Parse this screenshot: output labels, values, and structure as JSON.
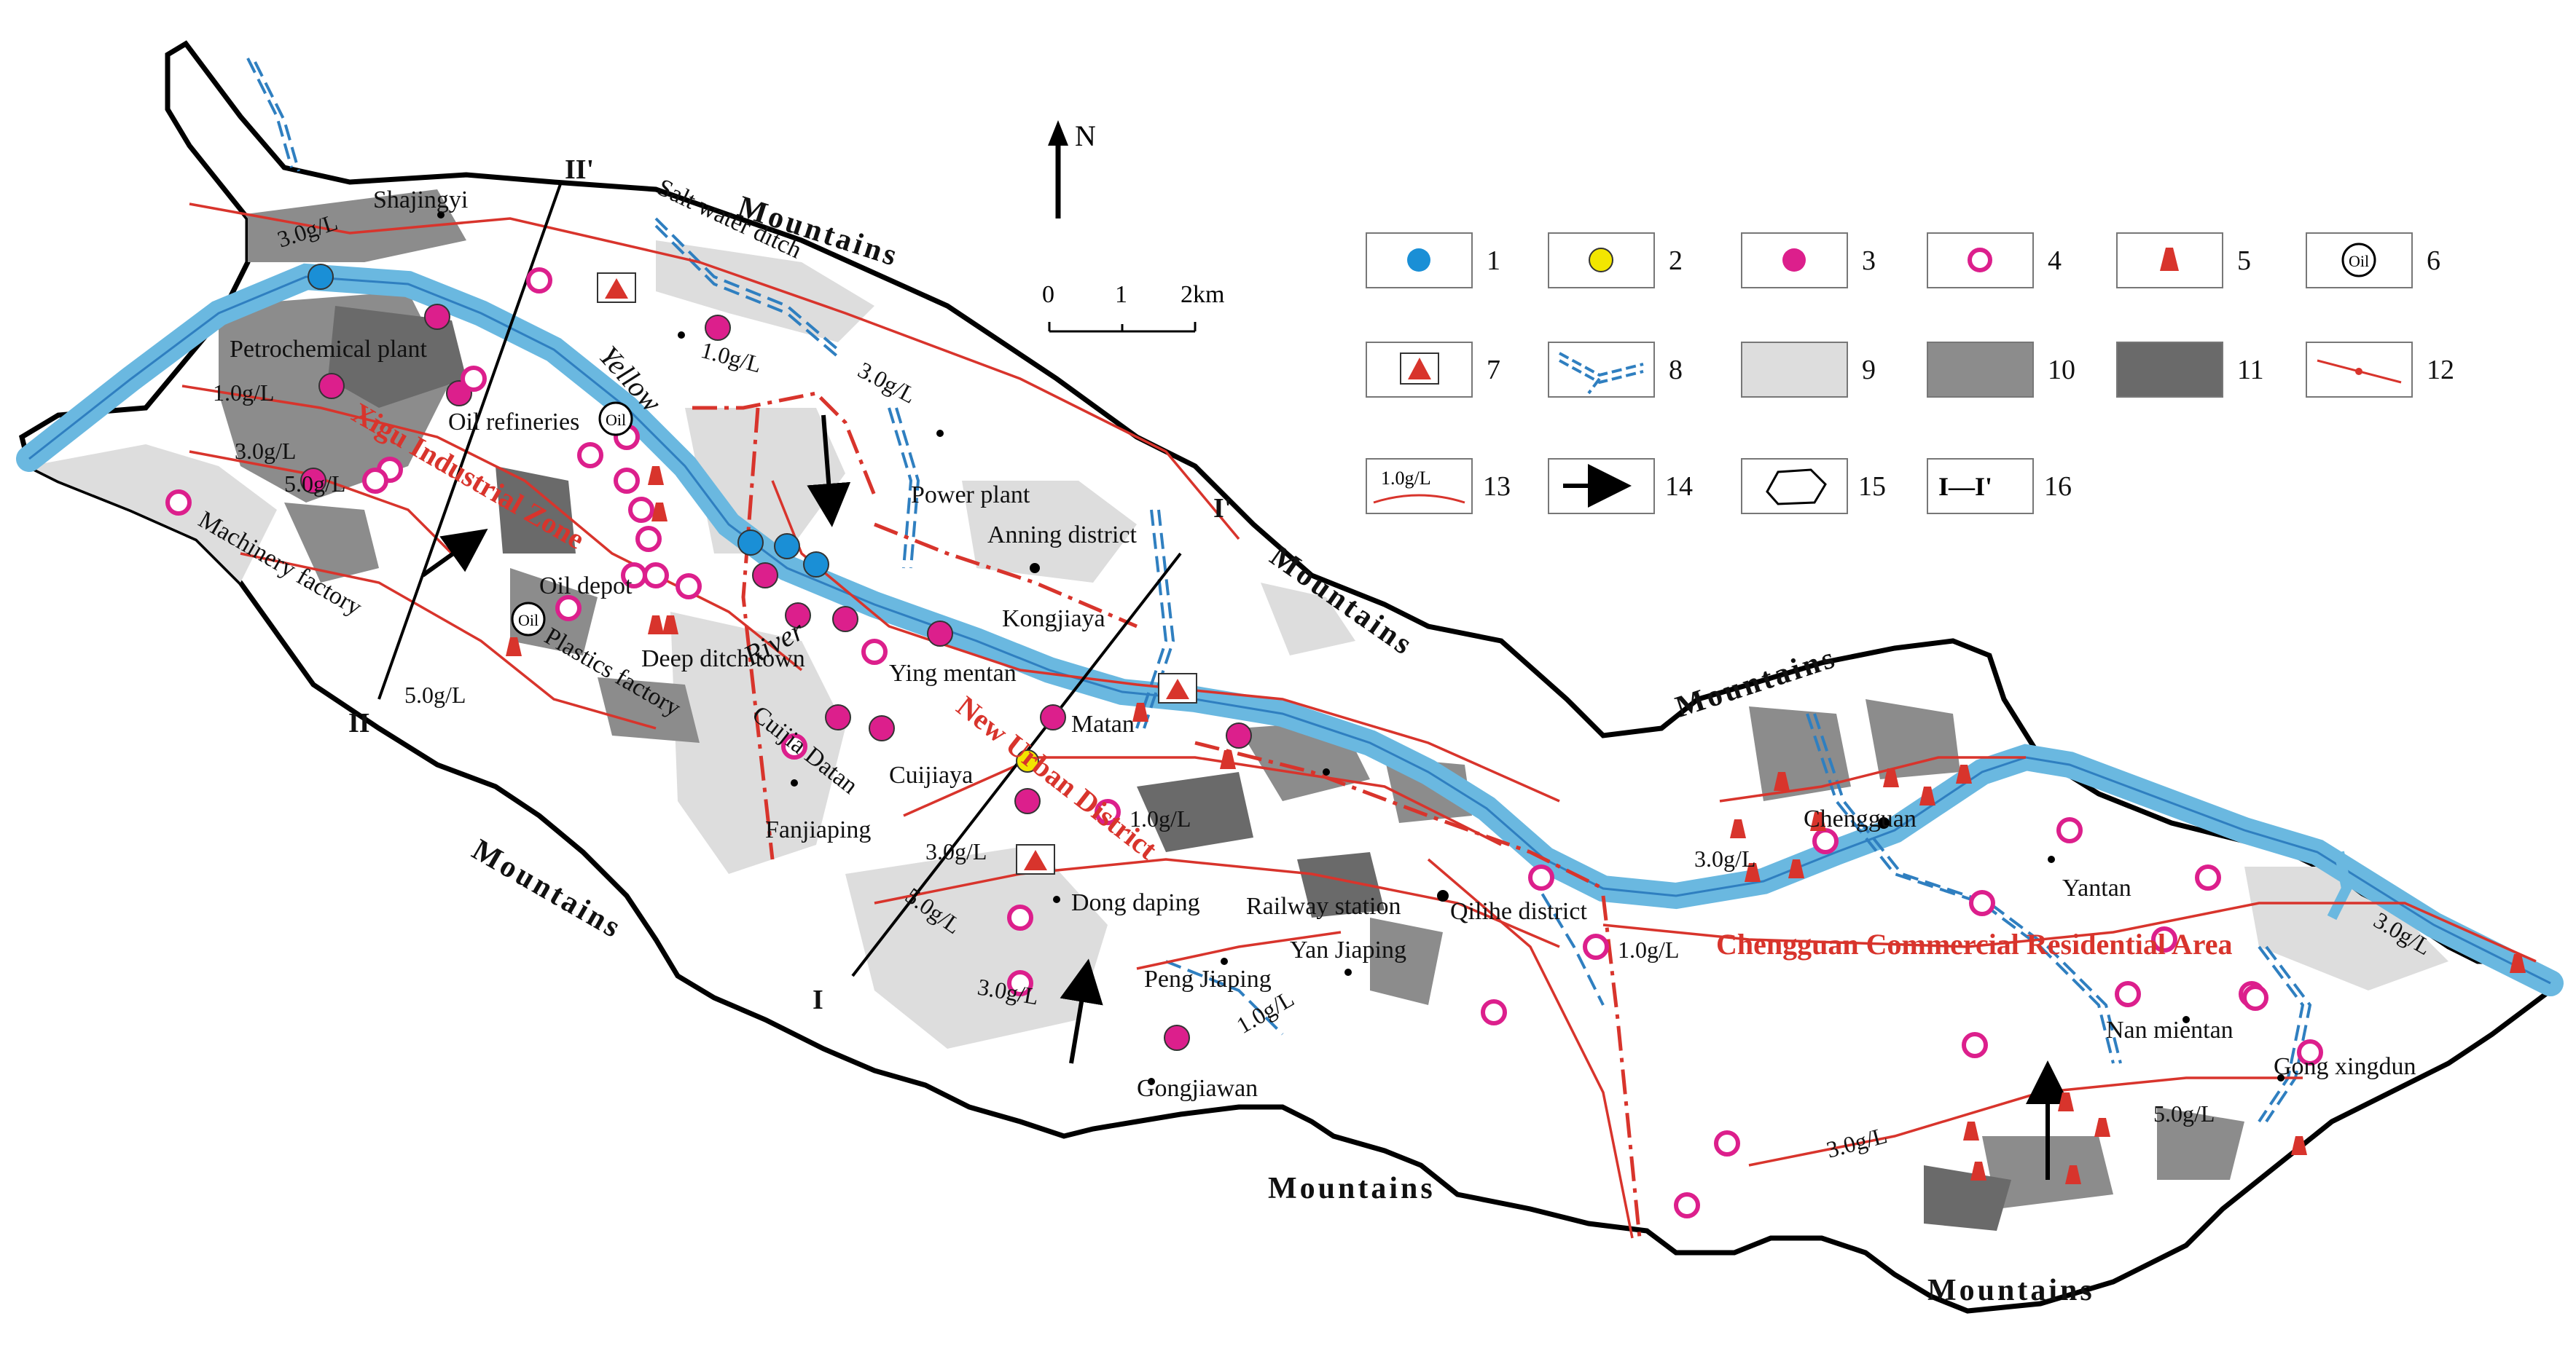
{
  "colors": {
    "river": "#6ab8e0",
    "canal": "#2f7fc0",
    "red": "#d8342c",
    "magenta": "#dc1f8c",
    "blue": "#1a8fd6",
    "yellow": "#f2e600",
    "light_area": "#dddddd",
    "mid_area": "#8c8c8c",
    "dark_area": "#6a6a6a",
    "outline": "#000000"
  },
  "north": {
    "label": "N"
  },
  "scale": {
    "ticks": [
      "0",
      "1",
      "2km"
    ]
  },
  "mountains": [
    "Mountains",
    "Mountains",
    "Mountains",
    "Mountains",
    "Mountains",
    "Mountains"
  ],
  "river_label": {
    "line1": "Yellow",
    "line2": "River"
  },
  "zones": {
    "xigu": "Xigu Industrial Zone",
    "new_urban": "New Urban District",
    "chengguan": "Chengguan Commercial Residential Area"
  },
  "places": [
    "Shajingyi",
    "Salt water ditch",
    "Petrochemical plant",
    "Oil refineries",
    "Machinery factory",
    "Oil depot",
    "Plastics factory",
    "Deep ditch town",
    "Ying mentan",
    "Power plant",
    "Anning district",
    "Kongjiaya",
    "Cuijia Datan",
    "Cuijiaya",
    "Matan",
    "Fanjiaping",
    "Dong daping",
    "Railway station",
    "Qilihe district",
    "Yan Jiaping",
    "Peng Jiaping",
    "Gongjiawan",
    "Chengguan",
    "Yantan",
    "Nan mientan",
    "Gong xingdun"
  ],
  "isolines": [
    "3.0g/L",
    "1.0g/L",
    "3.0g/L",
    "5.0g/L",
    "1.0g/L",
    "3.0g/L",
    "5.0g/L",
    "1.0g/L",
    "3.0g/L",
    "5.0g/L",
    "3.0g/L",
    "1.0g/L",
    "1.0g/L",
    "3.0g/L",
    "5.0g/L",
    "3.0g/L",
    "3.0g/L"
  ],
  "sections": {
    "ii_start": "II",
    "ii_end": "II'",
    "i_start": "I",
    "i_end": "I'"
  },
  "oil_symbol": "Oil",
  "legend": [
    {
      "num": "1",
      "icon": "blue-dot-icon"
    },
    {
      "num": "2",
      "icon": "yellow-dot-icon"
    },
    {
      "num": "3",
      "icon": "magenta-dot-icon"
    },
    {
      "num": "4",
      "icon": "magenta-triangle-circle-icon"
    },
    {
      "num": "5",
      "icon": "red-triangle-icon"
    },
    {
      "num": "6",
      "icon": "oil-circle-icon"
    },
    {
      "num": "7",
      "icon": "boxed-red-triangle-icon"
    },
    {
      "num": "8",
      "icon": "canal-icon"
    },
    {
      "num": "9",
      "icon": "light-gray-area-icon"
    },
    {
      "num": "10",
      "icon": "mid-gray-area-icon"
    },
    {
      "num": "11",
      "icon": "dark-gray-area-icon"
    },
    {
      "num": "12",
      "icon": "red-dash-dot-boundary-icon"
    },
    {
      "num": "13",
      "icon": "tds-isoline-icon",
      "label": "1.0g/L"
    },
    {
      "num": "14",
      "icon": "flow-arrow-icon"
    },
    {
      "num": "15",
      "icon": "outline-polygon-icon"
    },
    {
      "num": "16",
      "icon": "section-line-icon",
      "label": "I—I'"
    }
  ]
}
